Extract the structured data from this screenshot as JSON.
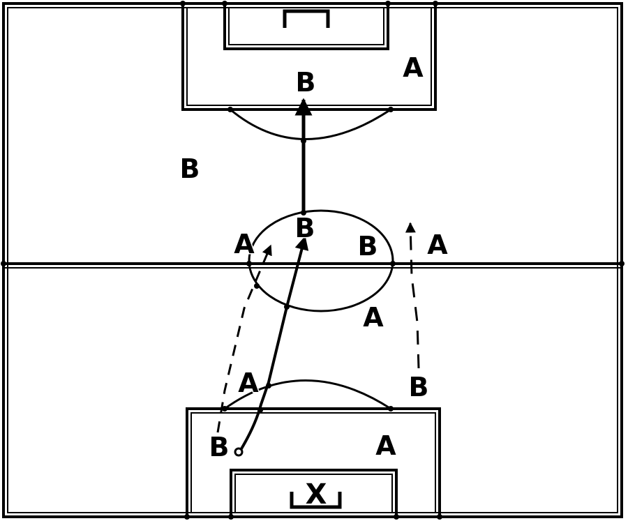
{
  "diagram": {
    "colors": {
      "lines": "#000000",
      "background": "#ffffff"
    },
    "labels": {
      "top_box_b": "B",
      "top_box_a": "A",
      "left_mid_b": "B",
      "circle_top_b": "B",
      "circle_left_a": "A",
      "circle_right_b": "B",
      "right_arrow_a": "A",
      "below_circle_a": "A",
      "right_runner_b": "B",
      "arc_left_a": "A",
      "bottom_box_b": "B",
      "bottom_box_a": "A",
      "bottom_goal_x": "X"
    }
  }
}
